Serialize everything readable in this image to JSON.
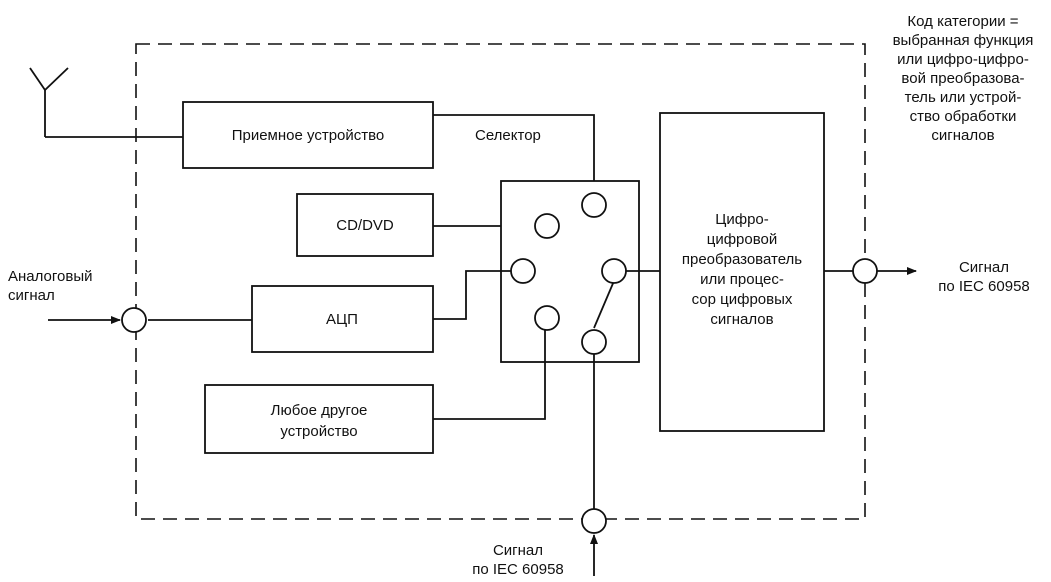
{
  "category_note": [
    "Код категории =",
    "выбранная функция",
    "или цифро-цифро-",
    "вой преобразова-",
    "тель или устрой-",
    "ство обработки",
    "сигналов"
  ],
  "receiver": "Приемное устройство",
  "selector_label": "Селектор",
  "cd_dvd": "CD/DVD",
  "adc": "АЦП",
  "any_device": [
    "Любое другое",
    "устройство"
  ],
  "analog_input": [
    "Аналоговый",
    "сигнал"
  ],
  "processor": [
    "Цифро-",
    "цифровой",
    "преобразователь",
    "или процес-",
    "сор цифровых",
    "сигналов"
  ],
  "output_signal": [
    "Сигнал",
    "по IEC 60958"
  ],
  "input_signal": [
    "Сигнал",
    "по IEC 60958"
  ]
}
